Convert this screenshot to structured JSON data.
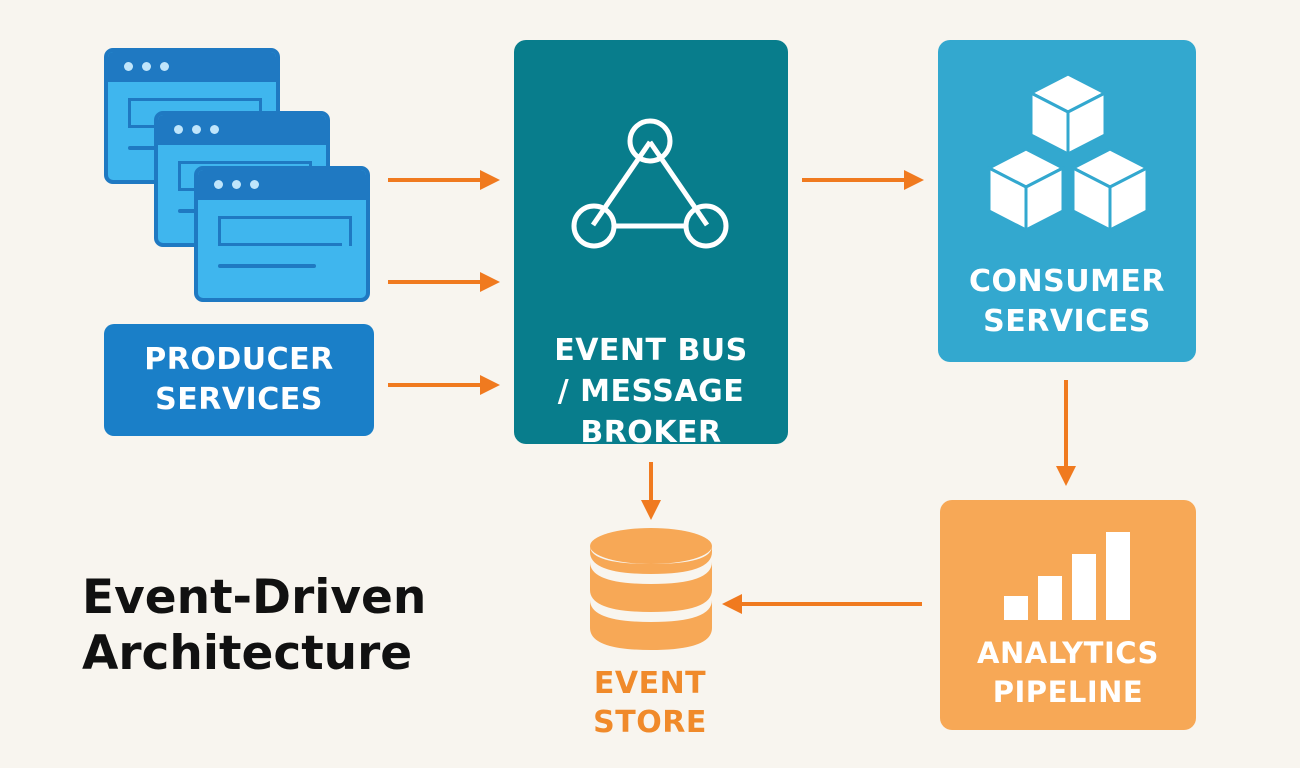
{
  "title": {
    "line1": "Event-Driven",
    "line2": "Architecture"
  },
  "producer": {
    "line1": "PRODUCER",
    "line2": "SERVICES"
  },
  "bus": {
    "line1": "EVENT BUS",
    "line2": "/ MESSAGE",
    "line3": "BROKER"
  },
  "consumer": {
    "line1": "CONSUMER",
    "line2": "SERVICES"
  },
  "analytics": {
    "line1": "ANALYTICS",
    "line2": "PIPELINE"
  },
  "store": {
    "line1": "EVENT",
    "line2": "STORE"
  },
  "colors": {
    "background": "#f8f5ef",
    "producer": "#1a7fc8",
    "window": "#3fb6ee",
    "bus": "#087d8c",
    "consumer": "#33a8cf",
    "analytics": "#f7a856",
    "arrow": "#f07a1f",
    "store": "#f7a856"
  },
  "icons": {
    "producer": "browser-window-icon",
    "bus": "network-triangle-icon",
    "consumer": "cubes-icon",
    "analytics": "bar-chart-icon",
    "store": "database-icon"
  }
}
